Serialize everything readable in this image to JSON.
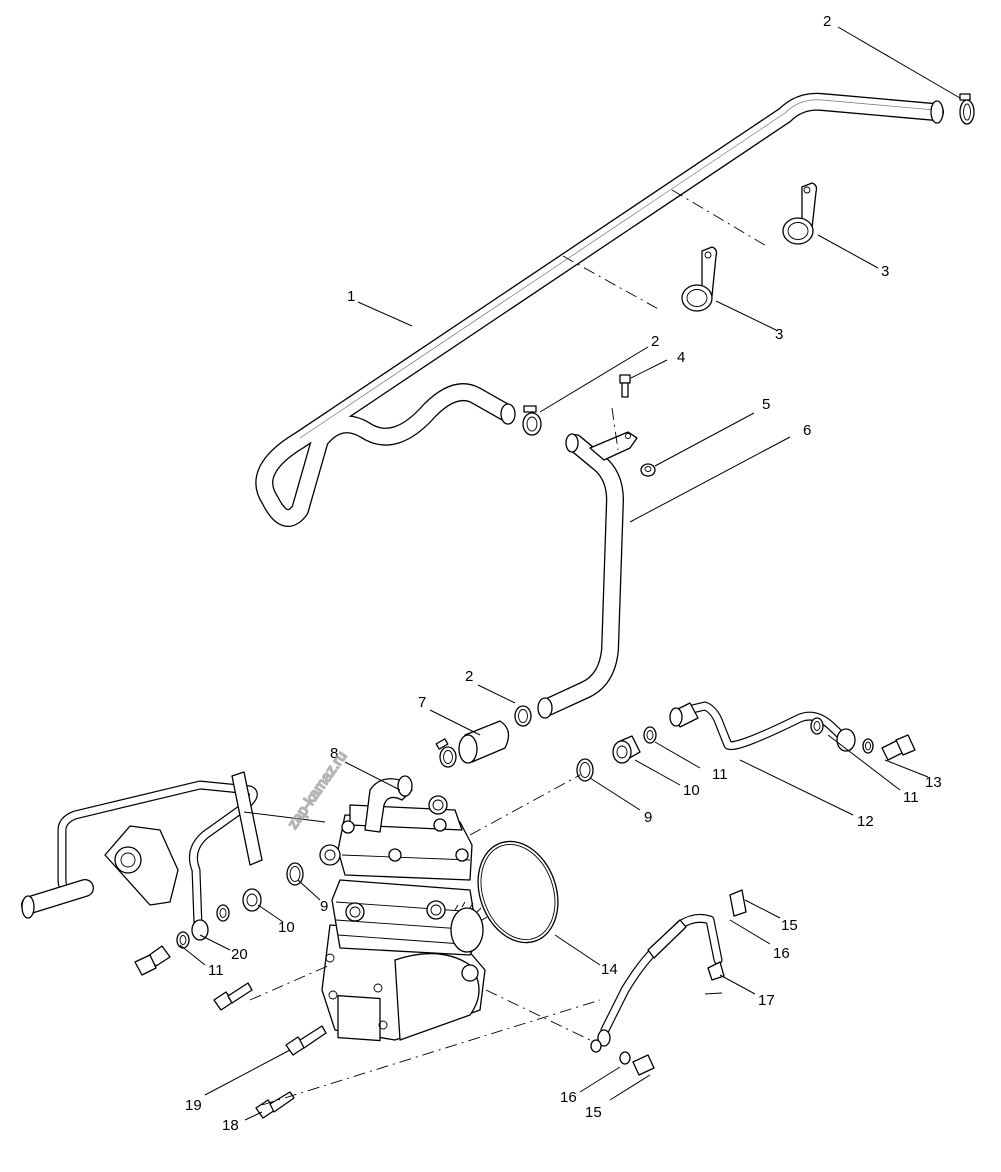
{
  "watermark": {
    "text": "zap-kamaz.ru"
  },
  "corner_mark": "",
  "callouts": {
    "c2a": "2",
    "c2b": "2",
    "c2c": "2",
    "c1": "1",
    "c3a": "3",
    "c3b": "3",
    "c4": "4",
    "c5": "5",
    "c6": "6",
    "c7": "7",
    "c8": "8",
    "c9a": "9",
    "c9b": "9",
    "c10a": "10",
    "c10b": "10",
    "c11a": "11",
    "c11b": "11",
    "c11c": "11",
    "c12": "12",
    "c13": "13",
    "c14": "14",
    "c15a": "15",
    "c15b": "15",
    "c16a": "16",
    "c16b": "16",
    "c17": "17",
    "c18": "18",
    "c19": "19",
    "c20": "20"
  }
}
